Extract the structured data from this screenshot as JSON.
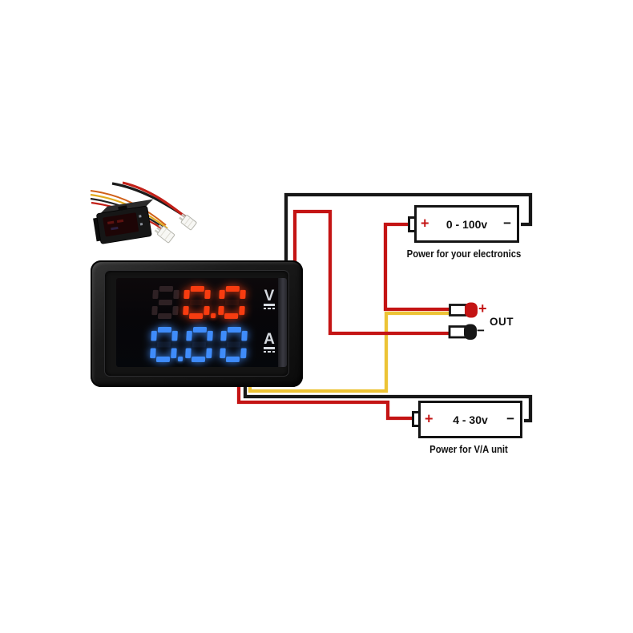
{
  "meter": {
    "volt": {
      "ghost": "8",
      "value": "0.0",
      "unit": "V",
      "color": "#f83c10",
      "off": "rgba(255,90,50,0.08)",
      "ghost_color": "#2e2124"
    },
    "amp": {
      "value": "0.00",
      "unit": "A",
      "color": "#3f8cfa",
      "off": "rgba(90,140,240,0.09)",
      "ghost_color": "#1a2030"
    }
  },
  "diagram": {
    "colors": {
      "red": "#c41414",
      "black": "#171717",
      "yellow": "#ecc335"
    },
    "out": {
      "label": "OUT",
      "plus": "+",
      "minus": "−"
    },
    "battery_top": {
      "plus": "+",
      "label": "0 - 100v",
      "minus": "−",
      "caption": "Power for your electronics"
    },
    "battery_bottom": {
      "plus": "+",
      "label": "4 - 30v",
      "minus": "−",
      "caption": "Power for V/A unit"
    }
  }
}
